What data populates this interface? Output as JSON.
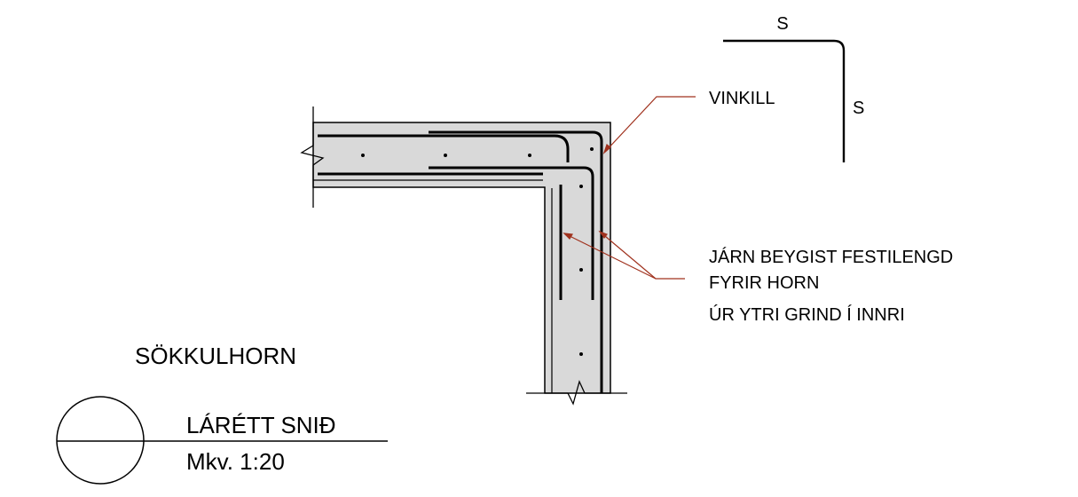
{
  "drawing": {
    "angle_symbol": {
      "top_label": "S",
      "side_label": "S"
    },
    "callouts": {
      "vinkill": "VINKILL",
      "bar_note_line1": "JÁRN BEYGIST FESTILENGD",
      "bar_note_line2": "FYRIR HORN",
      "bar_note_line3": "ÚR YTRI GRIND Í INNRI"
    },
    "title": "SÖKKULHORN",
    "section_marker": {
      "view_name": "LÁRÉTT SNIÐ",
      "scale": "Mkv. 1:20"
    },
    "colors": {
      "concrete_fill": "#d9d9d9",
      "leader_line": "#a0321e",
      "line": "#000000"
    }
  }
}
